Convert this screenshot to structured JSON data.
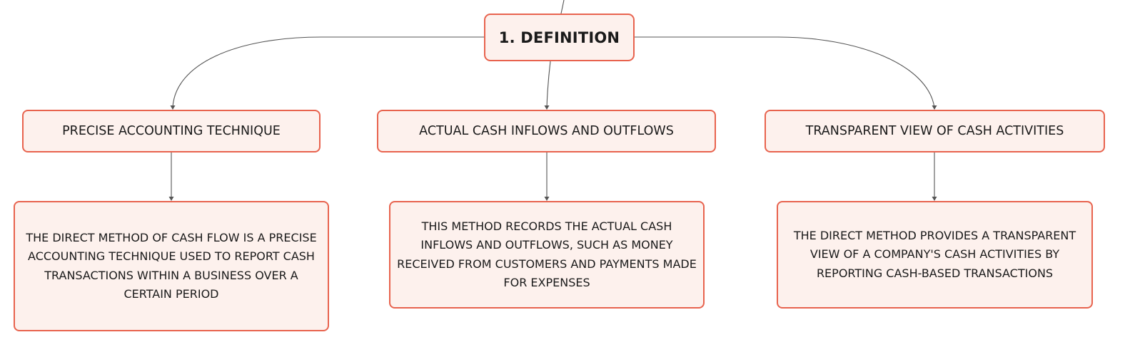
{
  "colors": {
    "node_fill": "#fdf1ed",
    "node_border": "#e8634e",
    "connector": "#555555",
    "text": "#1a1a1a"
  },
  "diagram": {
    "root": {
      "label": "1. DEFINITION"
    },
    "topics": [
      {
        "label": "PRECISE ACCOUNTING TECHNIQUE",
        "detail": "THE DIRECT METHOD OF CASH FLOW IS A PRECISE ACCOUNTING TECHNIQUE USED TO REPORT CASH TRANSACTIONS WITHIN A BUSINESS OVER A CERTAIN PERIOD"
      },
      {
        "label": "ACTUAL CASH INFLOWS AND OUTFLOWS",
        "detail": "THIS METHOD RECORDS THE ACTUAL CASH INFLOWS AND OUTFLOWS, SUCH AS MONEY RECEIVED FROM CUSTOMERS AND PAYMENTS MADE FOR EXPENSES"
      },
      {
        "label": "TRANSPARENT VIEW OF CASH ACTIVITIES",
        "detail": "THE DIRECT METHOD PROVIDES A TRANSPARENT VIEW OF A COMPANY'S CASH ACTIVITIES BY REPORTING CASH-BASED TRANSACTIONS"
      }
    ]
  }
}
